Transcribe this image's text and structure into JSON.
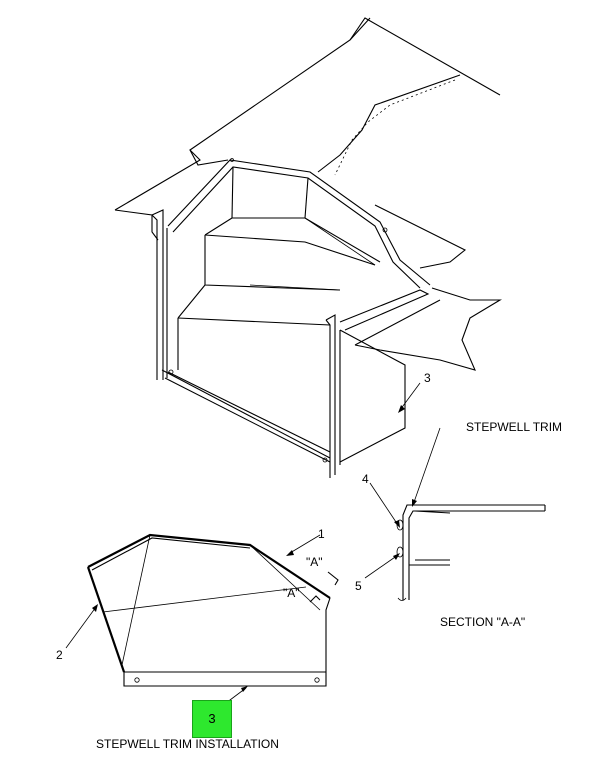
{
  "callouts": {
    "item1": "1",
    "item2": "2",
    "item3_main": "3",
    "item3_flat": "3",
    "item4": "4",
    "item5": "5",
    "section_ref_1": "\"A\"",
    "section_ref_2": "\"A\""
  },
  "labels": {
    "stepwell_trim": "STEPWELL TRIM",
    "section_title": "SECTION \"A-A\"",
    "drawing_title": "STEPWELL TRIM INSTALLATION"
  },
  "colors": {
    "highlight": "#2ee82e",
    "line": "#000000"
  }
}
